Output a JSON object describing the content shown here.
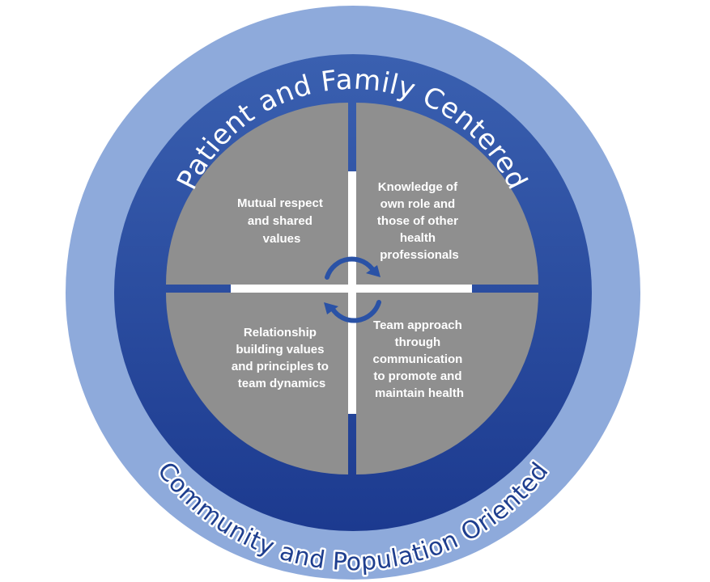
{
  "rings": {
    "outer_label": "Community and Population Oriented",
    "inner_label": "Patient and Family Centered"
  },
  "quadrants": {
    "top_left": [
      "Mutual respect",
      "and shared",
      "values"
    ],
    "top_right": [
      "Knowledge of",
      "own role and",
      "those of other",
      "health",
      "professionals"
    ],
    "bottom_left": [
      "Relationship",
      "building values",
      "and principles to",
      "team dynamics"
    ],
    "bottom_right": [
      "Team approach",
      "through",
      "communication",
      "to promote and",
      "maintain health"
    ]
  },
  "colors": {
    "outer_ring": "#8eaadb",
    "middle_ring_light": "#2f55a8",
    "middle_ring_dark": "#1e3c90",
    "quadrant": "#8f8f8f",
    "arrow": "#2a52a6"
  },
  "icons": {
    "center": "cycle-arrows-icon"
  }
}
